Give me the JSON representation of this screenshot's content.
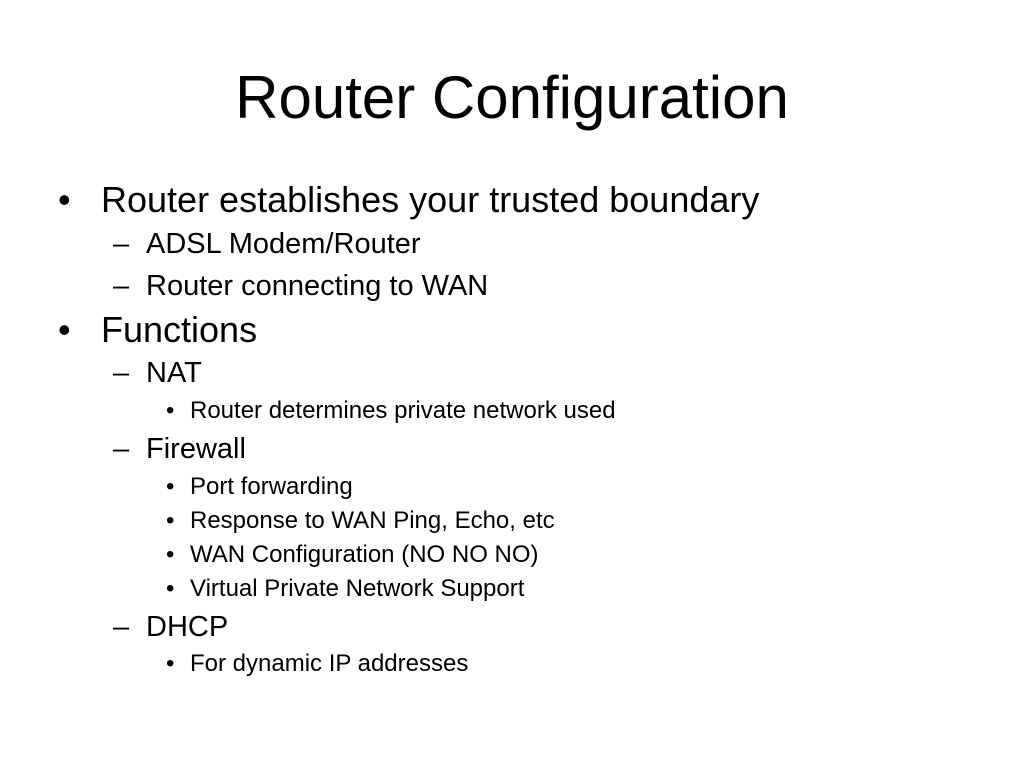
{
  "slide": {
    "title": "Router Configuration",
    "bullet_glyph": "•",
    "dash_glyph": "–",
    "items": [
      {
        "level": 1,
        "text": "Router establishes your trusted boundary"
      },
      {
        "level": 2,
        "text": "ADSL Modem/Router"
      },
      {
        "level": 2,
        "text": "Router connecting to WAN"
      },
      {
        "level": 1,
        "text": "Functions"
      },
      {
        "level": 2,
        "text": "NAT"
      },
      {
        "level": 3,
        "text": "Router determines private network used"
      },
      {
        "level": 2,
        "text": "Firewall"
      },
      {
        "level": 3,
        "text": "Port forwarding"
      },
      {
        "level": 3,
        "text": "Response to WAN Ping, Echo, etc"
      },
      {
        "level": 3,
        "text": "WAN Configuration (NO NO NO)"
      },
      {
        "level": 3,
        "text": "Virtual Private Network Support"
      },
      {
        "level": 2,
        "text": "DHCP"
      },
      {
        "level": 3,
        "text": "For dynamic IP addresses"
      }
    ]
  }
}
